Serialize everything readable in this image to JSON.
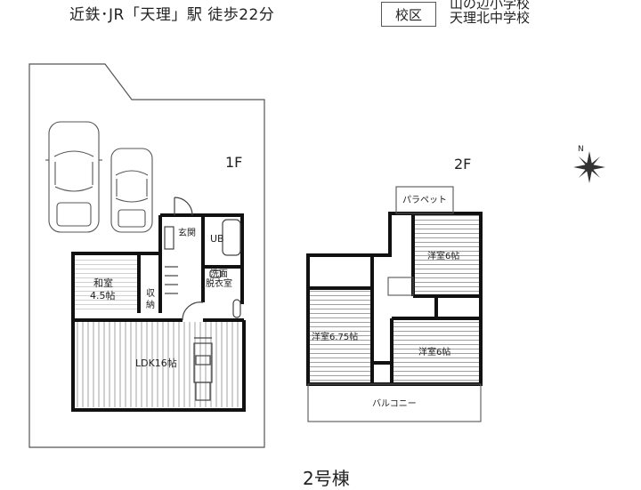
{
  "header": {
    "access": "近鉄･JR「天理」駅  徒歩22分",
    "school_label": "校区",
    "schools": [
      "山の辺小学校",
      "天理北中学校"
    ]
  },
  "floor1": {
    "label": "1F",
    "entrance": "玄関",
    "bath": "UB",
    "washroom": "洗面\n脱衣室",
    "japanese_room": "和室\n4.5帖",
    "storage": "収\n納",
    "ldk": "LDK16帖"
  },
  "floor2": {
    "label": "2F",
    "parapet": "パラペット",
    "room_a": "洋室6帖",
    "room_b": "洋室6.75帖",
    "room_c": "洋室6帖",
    "balcony": "バルコニー"
  },
  "compass": {
    "north": "N"
  },
  "footer": {
    "text": "2号棟"
  }
}
